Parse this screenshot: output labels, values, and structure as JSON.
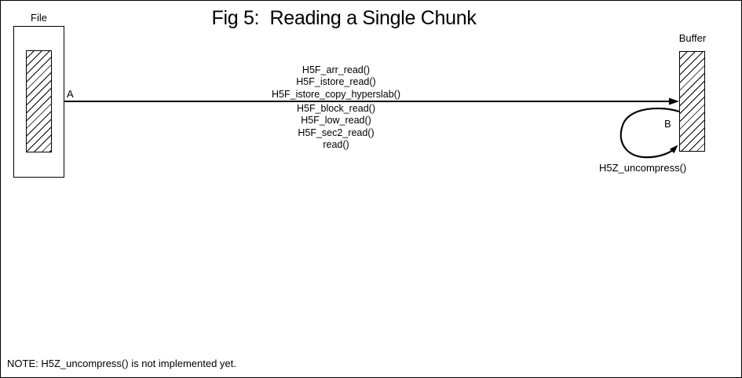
{
  "figure": {
    "title": "Fig 5:  Reading a Single Chunk",
    "note": "NOTE: H5Z_uncompress() is not implemented yet."
  },
  "file": {
    "label": "File"
  },
  "buffer": {
    "label": "Buffer"
  },
  "main_arrow": {
    "start_label": "A",
    "calls_above": [
      "H5F_arr_read()",
      "H5F_istore_read()",
      "H5F_istore_copy_hyperslab()"
    ],
    "calls_below": [
      "H5F_block_read()",
      "H5F_low_read()",
      "H5F_sec2_read()",
      "read()"
    ]
  },
  "loop_arrow": {
    "end_label": "B",
    "call": "H5Z_uncompress()"
  },
  "colors": {
    "ink": "#000000",
    "background": "#ffffff"
  }
}
